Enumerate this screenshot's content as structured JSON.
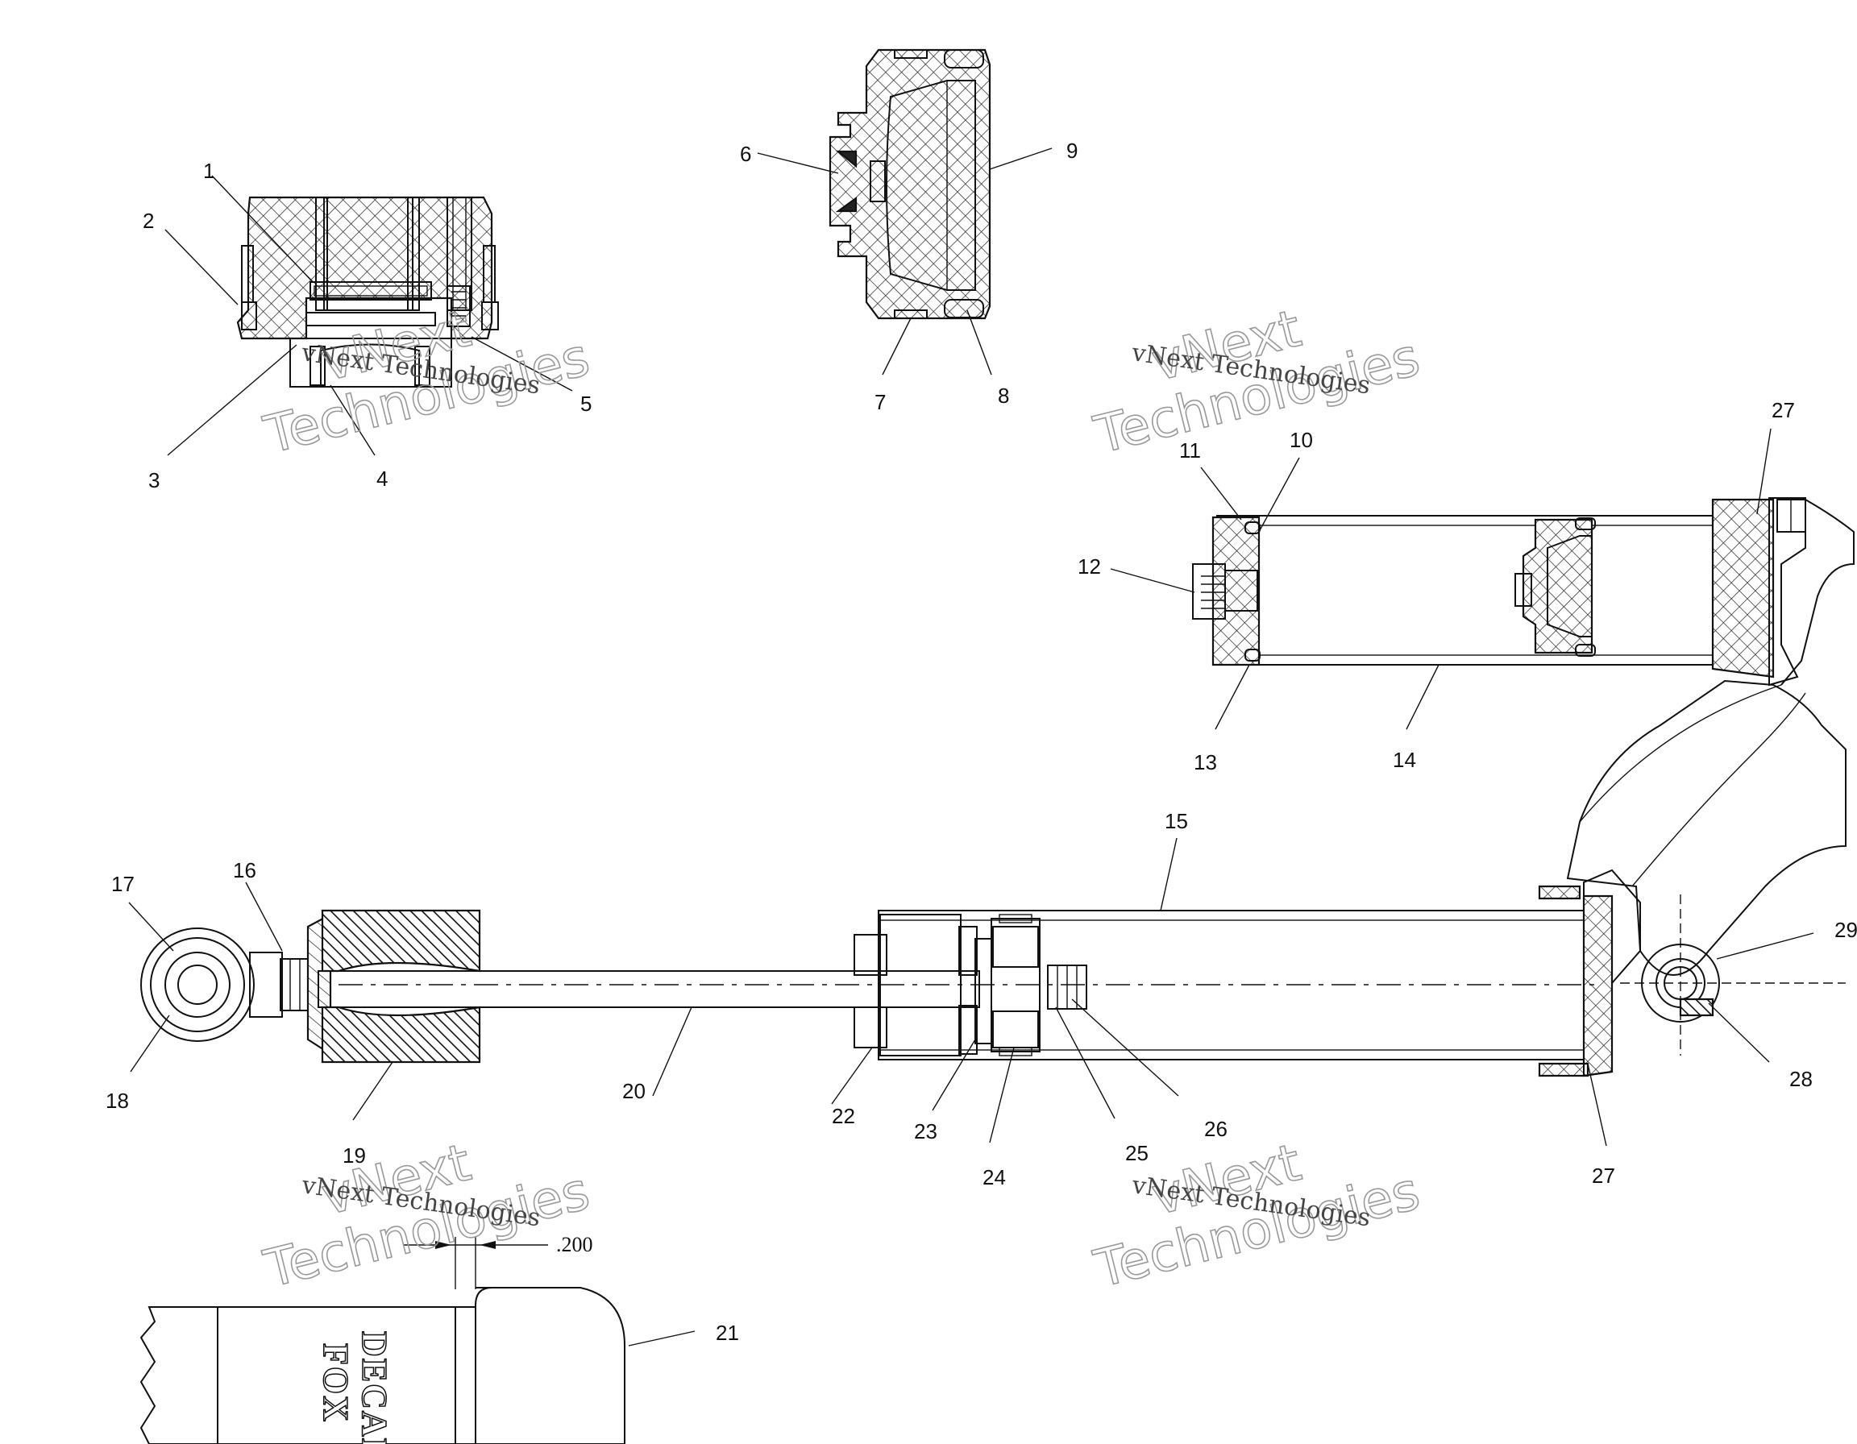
{
  "callouts": {
    "c1": "1",
    "c2": "2",
    "c3": "3",
    "c4": "4",
    "c5": "5",
    "c6": "6",
    "c7": "7",
    "c8": "8",
    "c9": "9",
    "c10": "10",
    "c11": "11",
    "c12": "12",
    "c13": "13",
    "c14": "14",
    "c15": "15",
    "c16": "16",
    "c17": "17",
    "c18": "18",
    "c19": "19",
    "c20": "20",
    "c21": "21",
    "c22": "22",
    "c23": "23",
    "c24": "24",
    "c25": "25",
    "c26": "26",
    "c27a": "27",
    "c27b": "27",
    "c28": "28",
    "c29": "29"
  },
  "dimension_label": ".200",
  "decal_lines": [
    "FOX",
    "DECAL"
  ],
  "watermark": {
    "line1": "vNext",
    "line2": "Technologies",
    "caption": "vNext Technologies"
  }
}
